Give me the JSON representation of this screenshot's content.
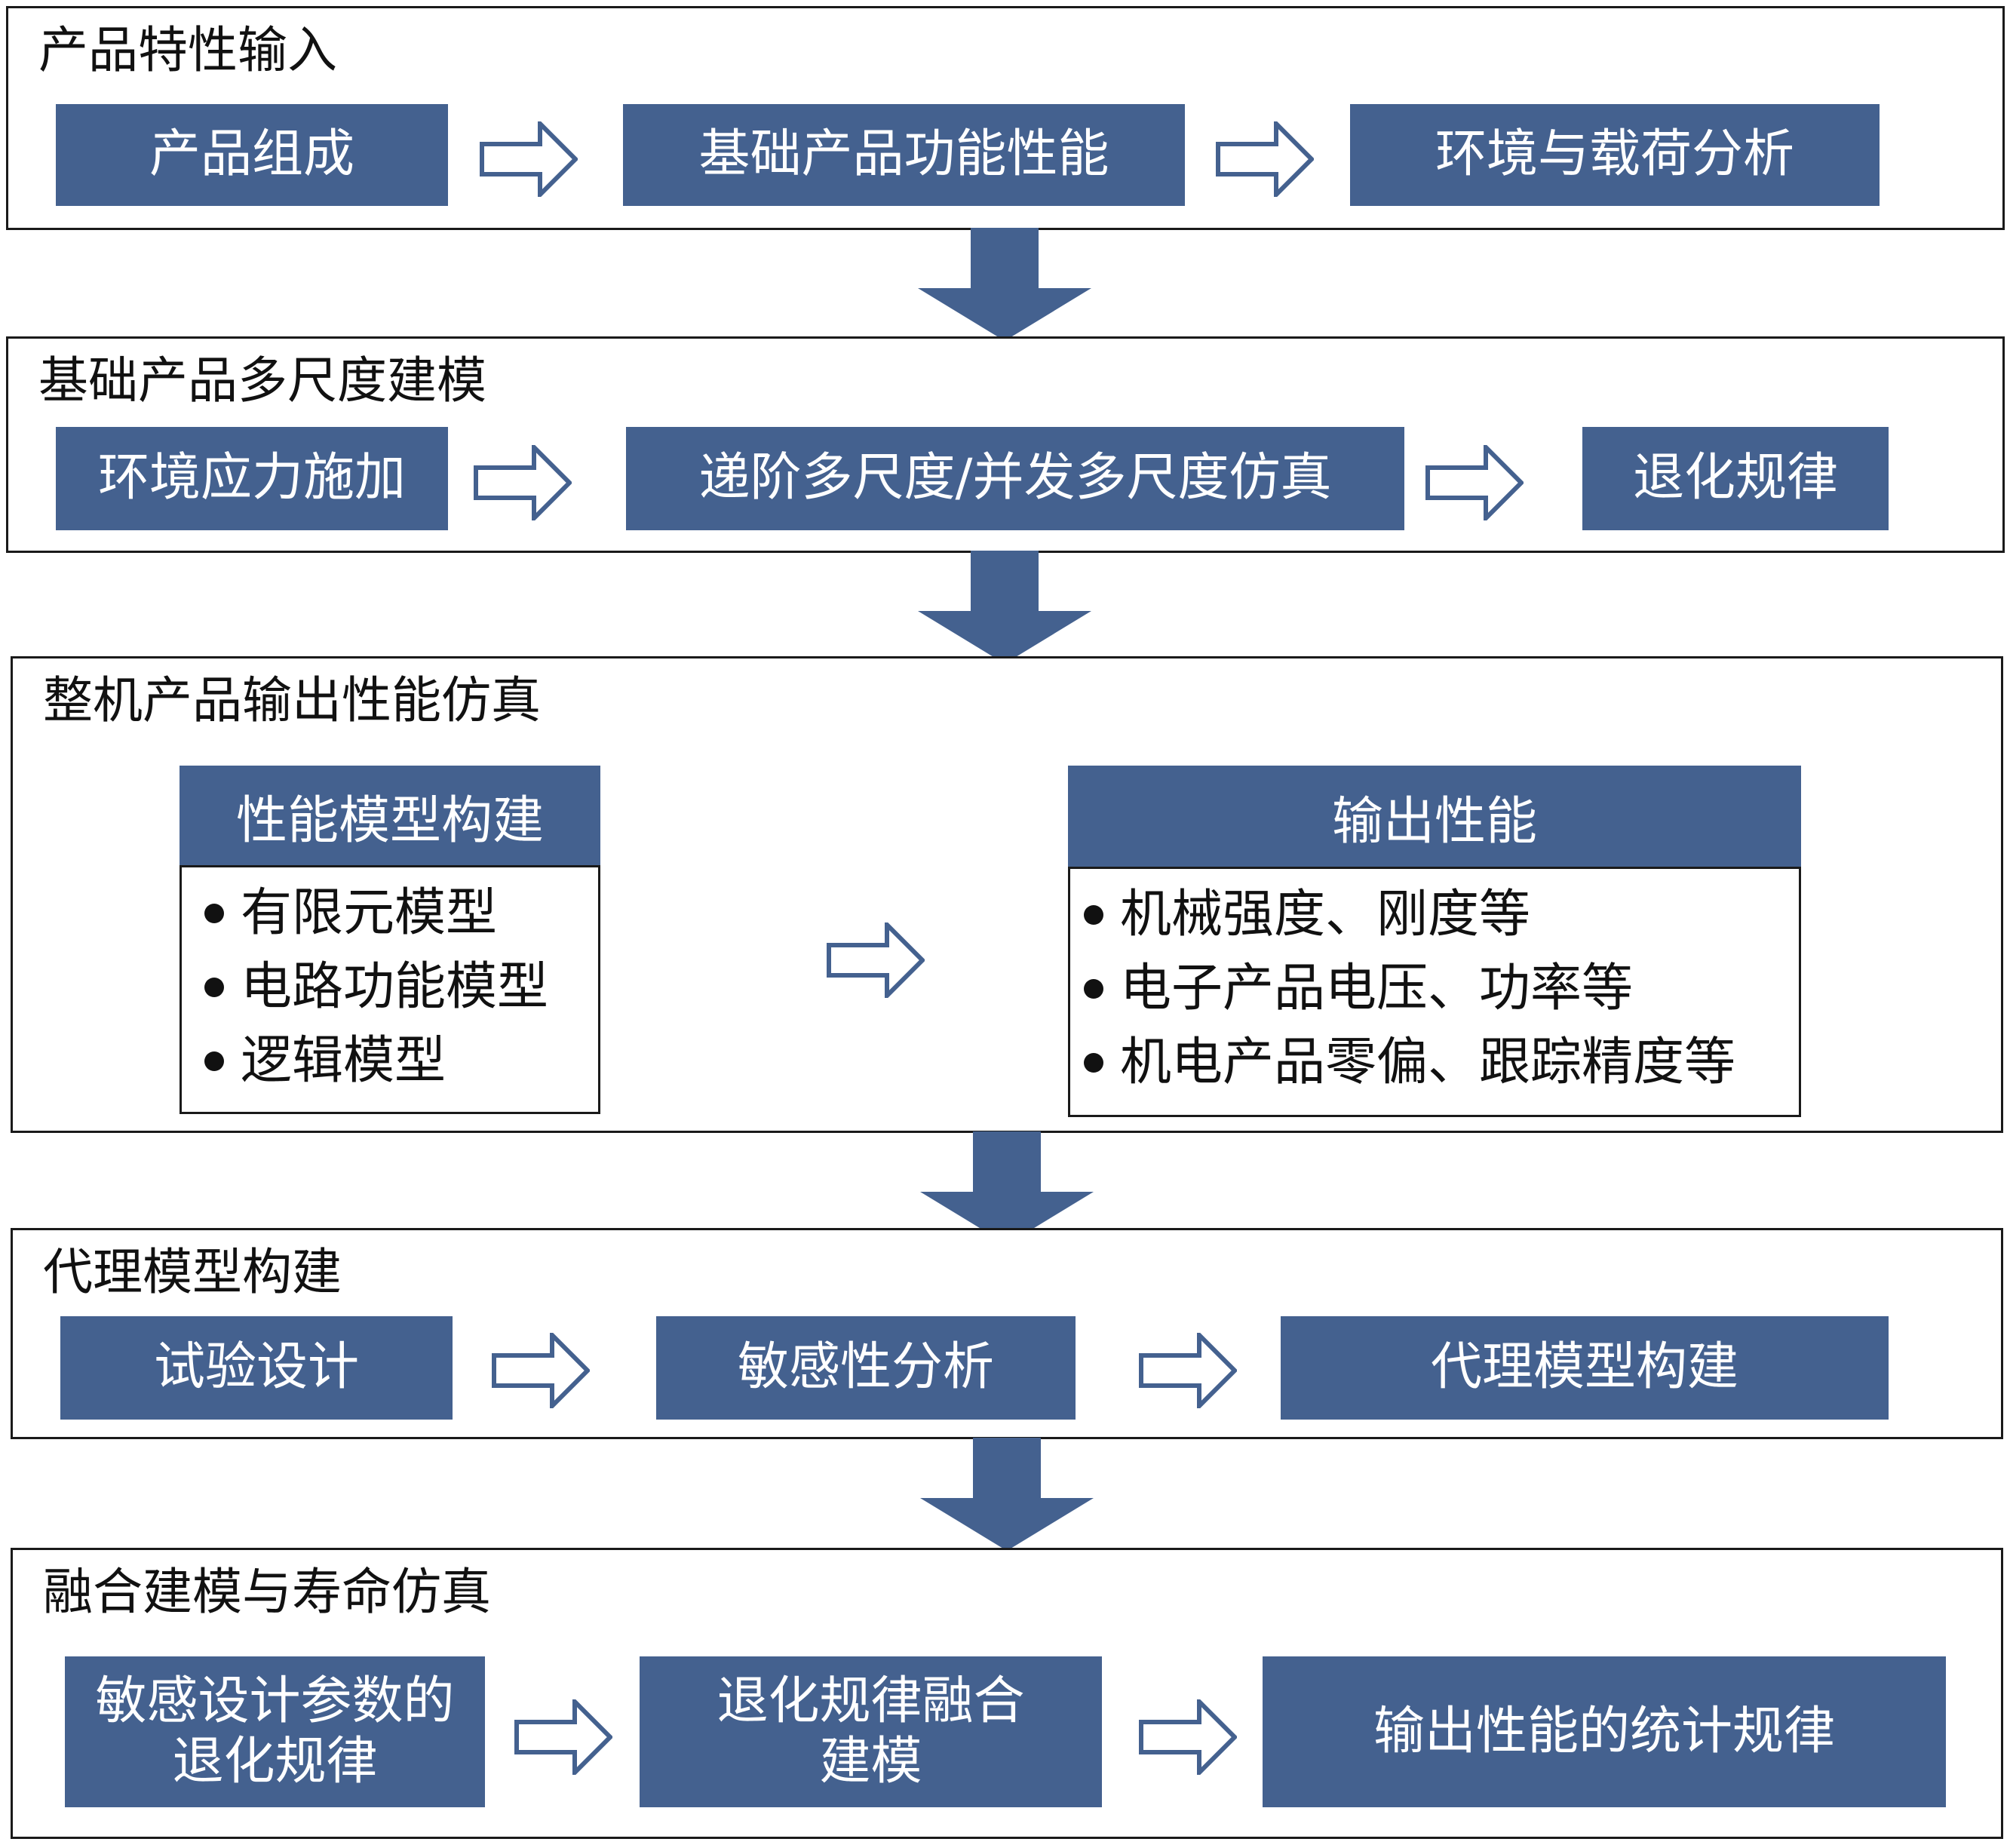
{
  "colors": {
    "box_fill": "#44618f",
    "box_text": "#ffffff",
    "border": "#1a1a1a"
  },
  "sections": [
    {
      "title": "产品特性输入",
      "steps": [
        "产品组成",
        "基础产品功能性能",
        "环境与载荷分析"
      ]
    },
    {
      "title": "基础产品多尺度建模",
      "steps": [
        "环境应力施加",
        "递阶多尺度/并发多尺度仿真",
        "退化规律"
      ]
    },
    {
      "title": "整机产品输出性能仿真",
      "panels": [
        {
          "header": "性能模型构建",
          "items": [
            "有限元模型",
            "电路功能模型",
            "逻辑模型"
          ]
        },
        {
          "header": "输出性能",
          "items": [
            "机械强度、刚度等",
            "电子产品电压、功率等",
            "机电产品零偏、跟踪精度等"
          ]
        }
      ]
    },
    {
      "title": "代理模型构建",
      "steps": [
        "试验设计",
        "敏感性分析",
        "代理模型构建"
      ]
    },
    {
      "title": "融合建模与寿命仿真",
      "steps": [
        "敏感设计参数的\n退化规律",
        "退化规律融合\n建模",
        "输出性能的统计规律"
      ]
    }
  ]
}
